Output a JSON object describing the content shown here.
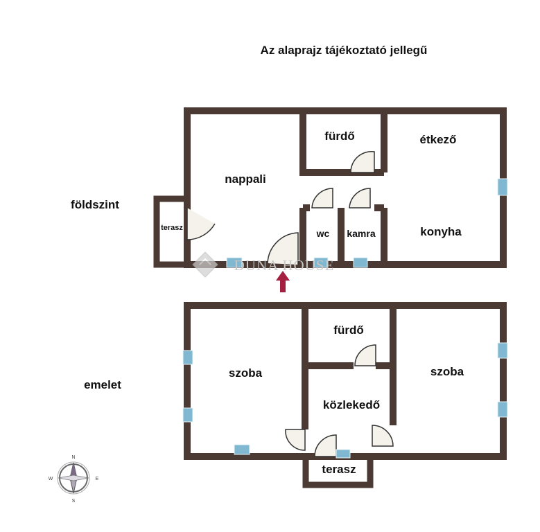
{
  "title": "Az alaprajz tájékoztató jellegű",
  "floors": {
    "ground": "földszint",
    "upper": "emelet"
  },
  "rooms": {
    "nappali": "nappali",
    "furdo_ground": "fürdő",
    "etkezo": "étkező",
    "terasz_ground": "terasz",
    "wc": "wc",
    "kamra": "kamra",
    "konyha": "konyha",
    "szoba_left": "szoba",
    "furdo_upper": "fürdő",
    "szoba_right": "szoba",
    "kozlekedo": "közlekedő",
    "terasz_upper": "terasz"
  },
  "watermark": "DUNA HOUSE",
  "compass": {
    "n": "N",
    "e": "E",
    "s": "S",
    "w": "W"
  },
  "colors": {
    "wall": "#4a3a33",
    "window": "#7fb8d0",
    "door_fill": "#f4f2ea",
    "entrance_arrow": "#a52040",
    "watermark": "#c8c8c8"
  },
  "icons": [
    "entrance-arrow-icon",
    "compass-rose-icon",
    "duna-house-logo-icon"
  ]
}
